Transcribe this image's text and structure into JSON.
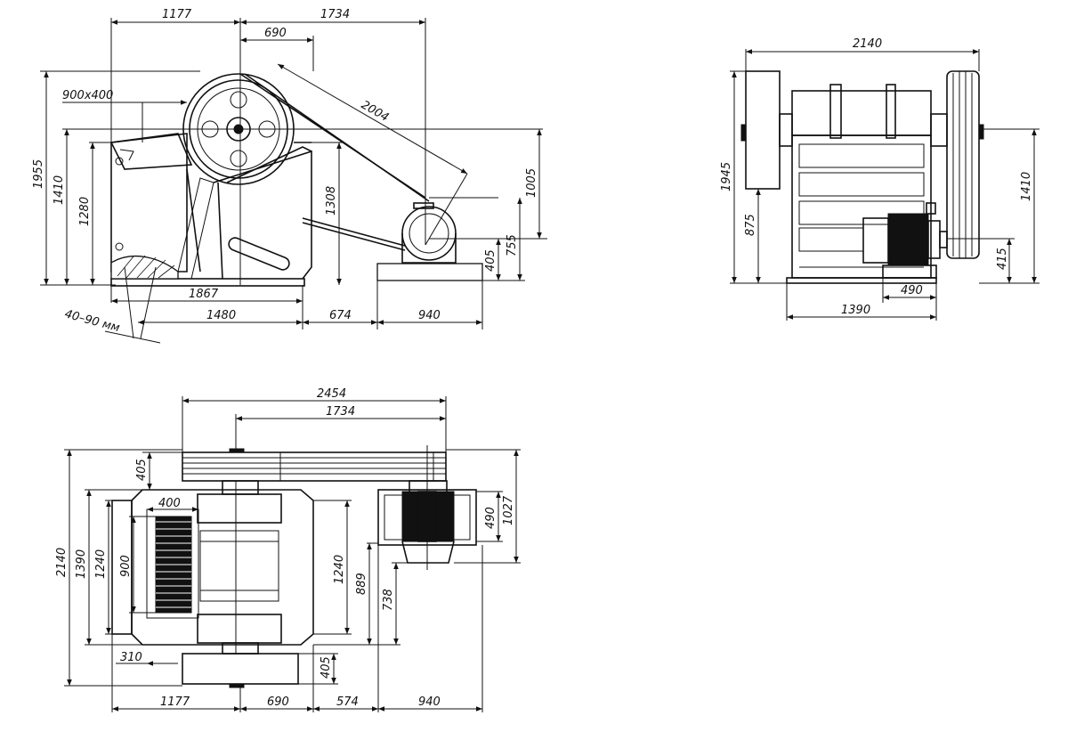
{
  "colors": {
    "line": "#111111",
    "background": "#ffffff",
    "motor_fill": "#111111"
  },
  "side_view": {
    "dims": {
      "top_left_width": "1177",
      "top_right_width": "1734",
      "axis_to_pulley": "690",
      "belt_center_distance": "2004",
      "inlet_size": "900x400",
      "total_height": "1955",
      "height_1410": "1410",
      "height_1280": "1280",
      "height_1308": "1308",
      "height_1005": "1005",
      "height_755": "755",
      "height_405": "405",
      "base_length": "1867",
      "jaw_to_axis": "1480",
      "gap_674": "674",
      "motor_base": "940",
      "discharge_gap": "40–90 мм"
    }
  },
  "end_view": {
    "dims": {
      "overall_width": "2140",
      "overall_height": "1945",
      "center_height": "1410",
      "base_height": "875",
      "motor_axis_height": "415",
      "motor_width": "490",
      "frame_width": "1390"
    }
  },
  "plan_view": {
    "dims": {
      "overall_length": "2454",
      "center_distance": "1734",
      "pulley_width": "405",
      "jaw_width": "400",
      "total_width": "2140",
      "frame_width": "1390",
      "inner_width": "1240",
      "jaw_length": "900",
      "inner_width_right": "1240",
      "height_889": "889",
      "height_738": "738",
      "motor_width": "490",
      "motor_offset": "1027",
      "flywheel_width": "405",
      "jaw_offset": "310",
      "bottom_1177": "1177",
      "bottom_690": "690",
      "bottom_574": "574",
      "bottom_940": "940"
    }
  }
}
